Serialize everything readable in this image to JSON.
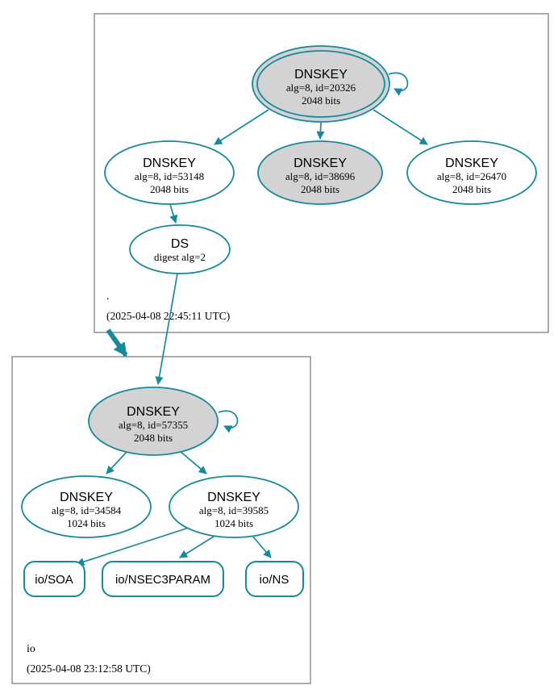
{
  "colors": {
    "accent": "#17899c",
    "ksk_fill": "#d3d3d3",
    "node_fill": "#ffffff",
    "box_border": "#5a5a5a",
    "text": "#000000",
    "background": "#ffffff"
  },
  "root_zone": {
    "label": ".",
    "timestamp": "(2025-04-08 22:45:11 UTC)",
    "ksk": {
      "title": "DNSKEY",
      "detail": "alg=8, id=20326",
      "size": "2048 bits"
    },
    "zsk_left": {
      "title": "DNSKEY",
      "detail": "alg=8, id=53148",
      "size": "2048 bits"
    },
    "zsk_middle": {
      "title": "DNSKEY",
      "detail": "alg=8, id=38696",
      "size": "2048 bits"
    },
    "zsk_right": {
      "title": "DNSKEY",
      "detail": "alg=8, id=26470",
      "size": "2048 bits"
    },
    "ds": {
      "title": "DS",
      "detail": "digest alg=2"
    }
  },
  "io_zone": {
    "label": "io",
    "timestamp": "(2025-04-08 23:12:58 UTC)",
    "ksk": {
      "title": "DNSKEY",
      "detail": "alg=8, id=57355",
      "size": "2048 bits"
    },
    "zsk_left": {
      "title": "DNSKEY",
      "detail": "alg=8, id=34584",
      "size": "1024 bits"
    },
    "zsk_right": {
      "title": "DNSKEY",
      "detail": "alg=8, id=39585",
      "size": "1024 bits"
    },
    "records": {
      "soa": "io/SOA",
      "nsec3param": "io/NSEC3PARAM",
      "ns": "io/NS"
    }
  }
}
